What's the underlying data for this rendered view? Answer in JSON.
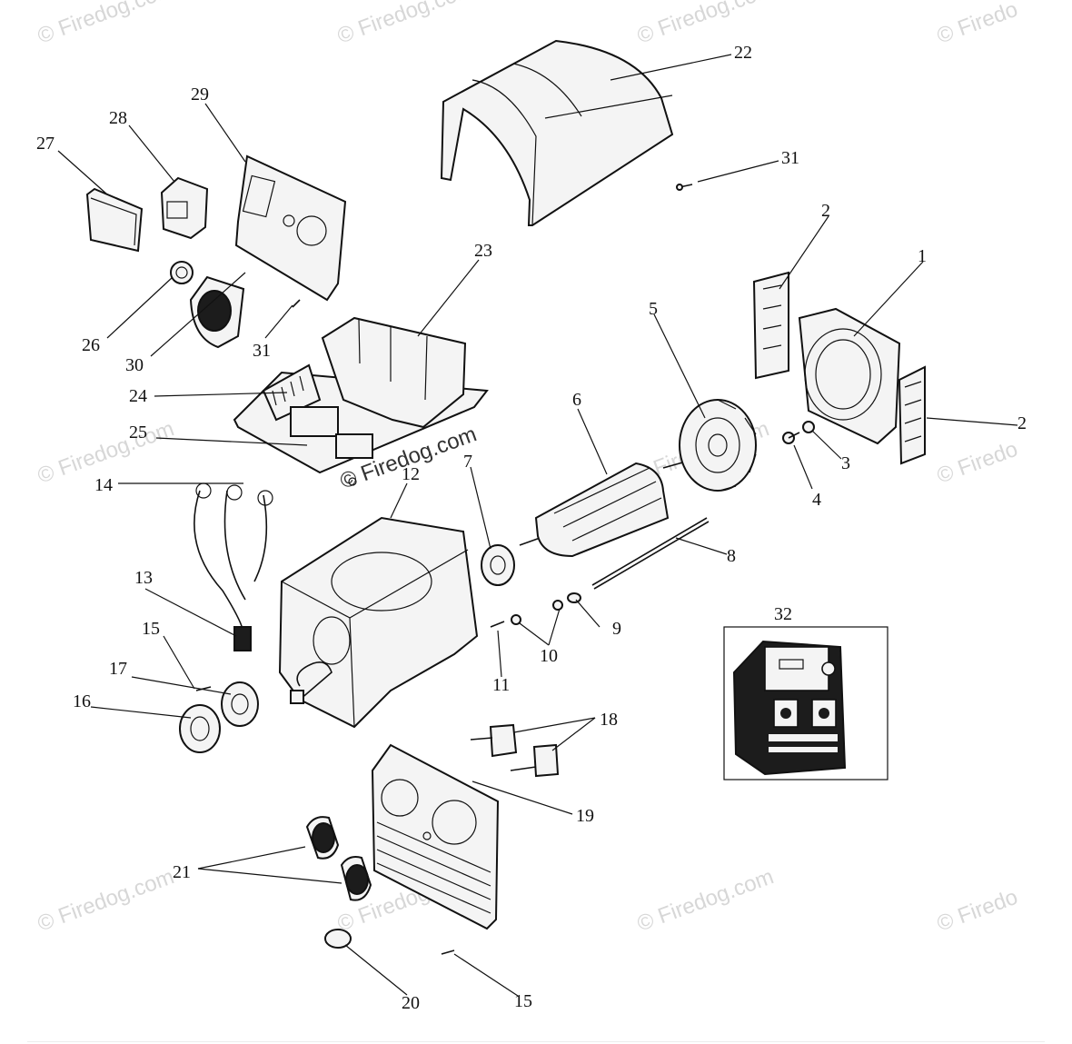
{
  "watermark": {
    "text": "© Firedog.com",
    "corner_text": "© Firedo"
  },
  "callouts": [
    {
      "id": "c1",
      "label": "1"
    },
    {
      "id": "c2a",
      "label": "2"
    },
    {
      "id": "c2b",
      "label": "2"
    },
    {
      "id": "c3",
      "label": "3"
    },
    {
      "id": "c4",
      "label": "4"
    },
    {
      "id": "c5",
      "label": "5"
    },
    {
      "id": "c6",
      "label": "6"
    },
    {
      "id": "c7",
      "label": "7"
    },
    {
      "id": "c8",
      "label": "8"
    },
    {
      "id": "c9",
      "label": "9"
    },
    {
      "id": "c10",
      "label": "10"
    },
    {
      "id": "c11",
      "label": "11"
    },
    {
      "id": "c12",
      "label": "12"
    },
    {
      "id": "c13",
      "label": "13"
    },
    {
      "id": "c14",
      "label": "14"
    },
    {
      "id": "c15a",
      "label": "15"
    },
    {
      "id": "c15b",
      "label": "15"
    },
    {
      "id": "c16",
      "label": "16"
    },
    {
      "id": "c17",
      "label": "17"
    },
    {
      "id": "c18",
      "label": "18"
    },
    {
      "id": "c19",
      "label": "19"
    },
    {
      "id": "c20",
      "label": "20"
    },
    {
      "id": "c21",
      "label": "21"
    },
    {
      "id": "c22",
      "label": "22"
    },
    {
      "id": "c23",
      "label": "23"
    },
    {
      "id": "c24",
      "label": "24"
    },
    {
      "id": "c25",
      "label": "25"
    },
    {
      "id": "c26",
      "label": "26"
    },
    {
      "id": "c27",
      "label": "27"
    },
    {
      "id": "c28",
      "label": "28"
    },
    {
      "id": "c29",
      "label": "29"
    },
    {
      "id": "c30",
      "label": "30"
    },
    {
      "id": "c31a",
      "label": "31"
    },
    {
      "id": "c31b",
      "label": "31"
    },
    {
      "id": "c32",
      "label": "32"
    }
  ]
}
